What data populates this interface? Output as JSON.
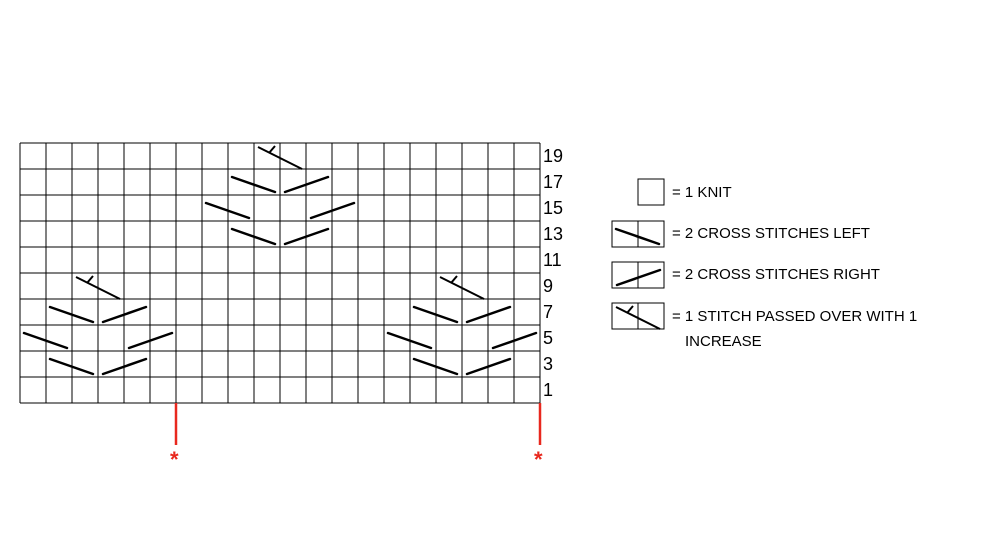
{
  "chart_data": {
    "type": "knitting-chart",
    "columns": 20,
    "rows": 10,
    "row_labels": [
      "19",
      "17",
      "15",
      "13",
      "11",
      "9",
      "7",
      "5",
      "3",
      "1"
    ],
    "repeat_marker": "*",
    "repeat_marker_color": "#e8281e",
    "repeat_columns": [
      6,
      20
    ],
    "symbols": [
      {
        "type": "passed",
        "row": 0,
        "col": 9
      },
      {
        "type": "left",
        "row": 1,
        "col": 8
      },
      {
        "type": "right",
        "row": 1,
        "col": 10
      },
      {
        "type": "left",
        "row": 2,
        "col": 7
      },
      {
        "type": "right",
        "row": 2,
        "col": 11
      },
      {
        "type": "left",
        "row": 3,
        "col": 8
      },
      {
        "type": "right",
        "row": 3,
        "col": 10
      },
      {
        "type": "passed",
        "row": 5,
        "col": 2
      },
      {
        "type": "left",
        "row": 6,
        "col": 1
      },
      {
        "type": "right",
        "row": 6,
        "col": 3
      },
      {
        "type": "left",
        "row": 7,
        "col": 0
      },
      {
        "type": "right",
        "row": 7,
        "col": 4
      },
      {
        "type": "left",
        "row": 8,
        "col": 1
      },
      {
        "type": "right",
        "row": 8,
        "col": 3
      },
      {
        "type": "passed",
        "row": 5,
        "col": 16
      },
      {
        "type": "left",
        "row": 6,
        "col": 15
      },
      {
        "type": "right",
        "row": 6,
        "col": 17
      },
      {
        "type": "left",
        "row": 7,
        "col": 14
      },
      {
        "type": "right",
        "row": 7,
        "col": 18
      },
      {
        "type": "left",
        "row": 8,
        "col": 15
      },
      {
        "type": "right",
        "row": 8,
        "col": 17
      }
    ]
  },
  "legend": [
    {
      "symbol": "knit",
      "label": "= 1 KNIT"
    },
    {
      "symbol": "left",
      "label": "= 2 CROSS STITCHES LEFT"
    },
    {
      "symbol": "right",
      "label": "= 2 CROSS STITCHES RIGHT"
    },
    {
      "symbol": "passed",
      "label": "= 1 STITCH PASSED OVER WITH 1",
      "label2": "INCREASE"
    }
  ]
}
